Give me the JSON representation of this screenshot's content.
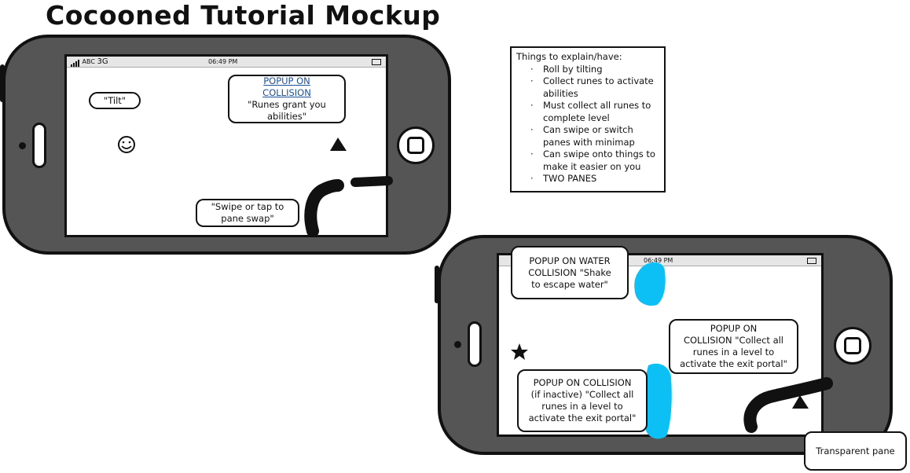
{
  "title": "Cocooned Tutorial Mockup",
  "colors": {
    "phone_body": "#555555",
    "outline": "#111111",
    "water": "#0cc0f5",
    "link": "#1a4f9c",
    "status_bar": "#e6e6e6"
  },
  "phone1": {
    "status": {
      "carrier": "ABC",
      "network": "3G",
      "time": "06:49 PM"
    },
    "tilt_bubble": "\"Tilt\"",
    "popup": {
      "link_line1": "POPUP ON",
      "link_line2": "COLLISION",
      "line3": "\"Runes grant you",
      "line4": "abilities\""
    },
    "swipe_bubble": {
      "line1": "\"Swipe or tap to",
      "line2": "pane swap\""
    },
    "face_icon": "smiley-face-icon",
    "rune_icon": "triangle-rune-icon"
  },
  "phone2": {
    "status": {
      "time": "06:49 PM"
    },
    "water_popup": {
      "line1": "POPUP ON WATER",
      "line2": "COLLISION \"Shake",
      "line3": "to escape water\""
    },
    "exit_popup": {
      "line1": "POPUP ON",
      "line2": "COLLISION \"Collect all",
      "line3": "runes in a level to",
      "line4": "activate the exit portal\""
    },
    "inactive_popup": {
      "line1": "POPUP ON COLLISION",
      "line2": "(if inactive) \"Collect all",
      "line3": "runes in a level to",
      "line4": "activate the exit portal\""
    },
    "star_icon": "star-icon",
    "rune_icon": "triangle-rune-icon"
  },
  "transparent_note": "Transparent pane",
  "notes": {
    "heading": "Things to explain/have:",
    "items": [
      {
        "line1": "Roll by tilting",
        "line2": ""
      },
      {
        "line1": "Collect runes to activate",
        "line2": "abilities"
      },
      {
        "line1": "Must collect all runes to",
        "line2": "complete level"
      },
      {
        "line1": "Can swipe or switch",
        "line2": "panes with minimap"
      },
      {
        "line1": "Can swipe onto things to",
        "line2": "make it easier on you"
      },
      {
        "line1": "TWO PANES",
        "line2": ""
      }
    ]
  }
}
